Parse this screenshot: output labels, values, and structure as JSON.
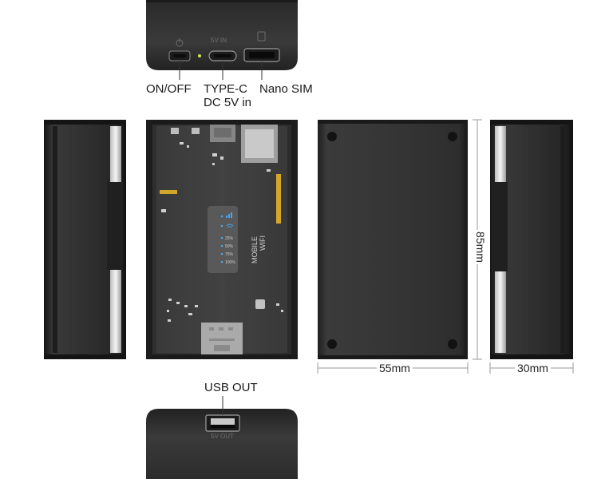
{
  "top_view": {
    "ports": {
      "power": {
        "label": "ON/OFF"
      },
      "typec": {
        "label_line1": "TYPE-C",
        "label_line2": "DC 5V in",
        "print": "5V IN"
      },
      "sim": {
        "label": "Nano SIM"
      }
    }
  },
  "front_view": {
    "brand_line1": "MOBILE",
    "brand_line2": "WIFI",
    "battery_levels": [
      "25%",
      "50%",
      "75%",
      "100%"
    ]
  },
  "dimensions": {
    "height": "85mm",
    "width": "55mm",
    "depth": "30mm"
  },
  "bottom_view": {
    "usb_label": "USB OUT",
    "usb_print": "5V OUT"
  },
  "colors": {
    "body_dark": "#2b2b2b",
    "body_mid": "#3a3a3a",
    "pcb_gold": "#d4a62a",
    "led_blue": "#4aa3e8",
    "dim_line": "#9a9a9a"
  }
}
